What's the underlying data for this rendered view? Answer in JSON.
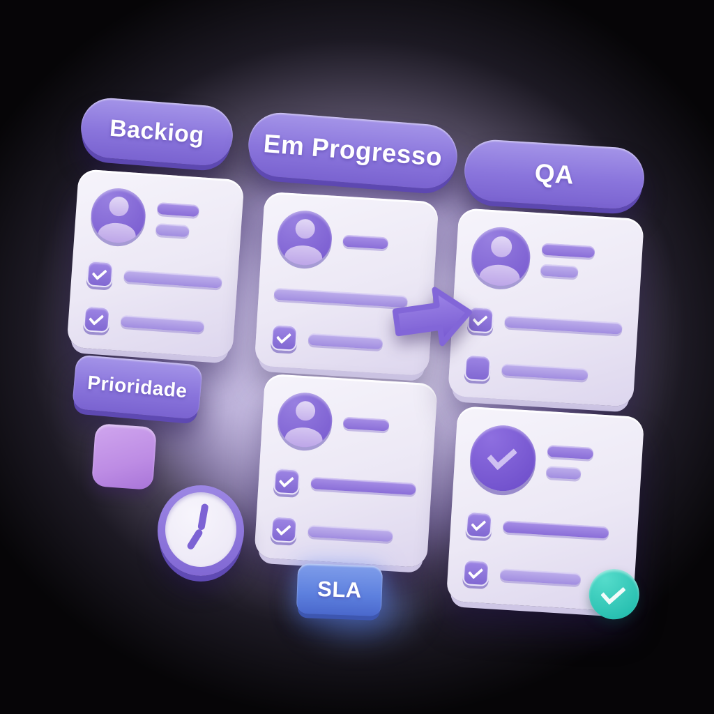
{
  "board": {
    "columns": [
      {
        "label": "Backiog",
        "cards": [
          {
            "name": "backlog-card-1",
            "rows": [
              {
                "type": "avatar",
                "bars": [
                  {
                    "len": 60,
                    "shade": "dark"
                  },
                  {
                    "len": 48,
                    "shade": "light"
                  }
                ]
              },
              {
                "type": "check",
                "checked": true,
                "bar": {
                  "len": 76,
                  "shade": "light"
                }
              },
              {
                "type": "check",
                "checked": true,
                "bar": {
                  "len": 62,
                  "shade": "light"
                }
              }
            ]
          }
        ]
      },
      {
        "label": "Em Progresso",
        "cards": [
          {
            "name": "progress-card-1",
            "rows": [
              {
                "type": "avatar",
                "bars": [
                  {
                    "len": 58,
                    "shade": "dark"
                  }
                ]
              },
              {
                "type": "bar",
                "bar": {
                  "len": 93,
                  "shade": "light"
                }
              },
              {
                "type": "check",
                "checked": true,
                "bar": {
                  "len": 52,
                  "shade": "light"
                }
              }
            ]
          },
          {
            "name": "progress-card-2",
            "rows": [
              {
                "type": "avatar",
                "bars": [
                  {
                    "len": 60,
                    "shade": "dark"
                  }
                ]
              },
              {
                "type": "check",
                "checked": true,
                "bar": {
                  "len": 80,
                  "shade": "dark"
                }
              },
              {
                "type": "check",
                "checked": true,
                "bar": {
                  "len": 60,
                  "shade": "light"
                }
              }
            ]
          }
        ]
      },
      {
        "label": "QA",
        "cards": [
          {
            "name": "qa-card-1",
            "rows": [
              {
                "type": "avatar",
                "bars": [
                  {
                    "len": 62,
                    "shade": "dark"
                  },
                  {
                    "len": 44,
                    "shade": "light"
                  }
                ]
              },
              {
                "type": "check",
                "checked": true,
                "bar": {
                  "len": 78,
                  "shade": "light"
                }
              },
              {
                "type": "check",
                "checked": false,
                "bar": {
                  "len": 56,
                  "shade": "light"
                }
              }
            ]
          },
          {
            "name": "qa-card-2",
            "badge": "done",
            "rows": [
              {
                "type": "done",
                "bars": [
                  {
                    "len": 58,
                    "shade": "dark"
                  },
                  {
                    "len": 44,
                    "shade": "light"
                  }
                ]
              },
              {
                "type": "check",
                "checked": true,
                "bar": {
                  "len": 68,
                  "shade": "dark"
                }
              },
              {
                "type": "check",
                "checked": true,
                "bar": {
                  "len": 52,
                  "shade": "light"
                }
              }
            ]
          }
        ]
      }
    ]
  },
  "tags": {
    "priority": "Prioridade",
    "sla": "SLA"
  },
  "icons": {
    "arrow": "arrow-right-icon",
    "clock": "clock-icon",
    "priority_swatch": "priority-color-swatch",
    "done_badge": "done-check-badge",
    "avatar": "user-avatar-icon",
    "checkbox": "checkbox-icon"
  },
  "colors": {
    "pill_purple": "#8a75dc",
    "card_background": "#efecf7",
    "bar_dark": "#8f74dc",
    "bar_light": "#a897e2",
    "checkbox_purple": "#8a70d8",
    "avatar_purple": "#7d60d2",
    "arrow_purple": "#8266d8",
    "sla_blue": "#5d80de",
    "done_teal": "#2fc7b9",
    "background_dark": "#060507",
    "glow_lavender": "#dbd1f7"
  }
}
